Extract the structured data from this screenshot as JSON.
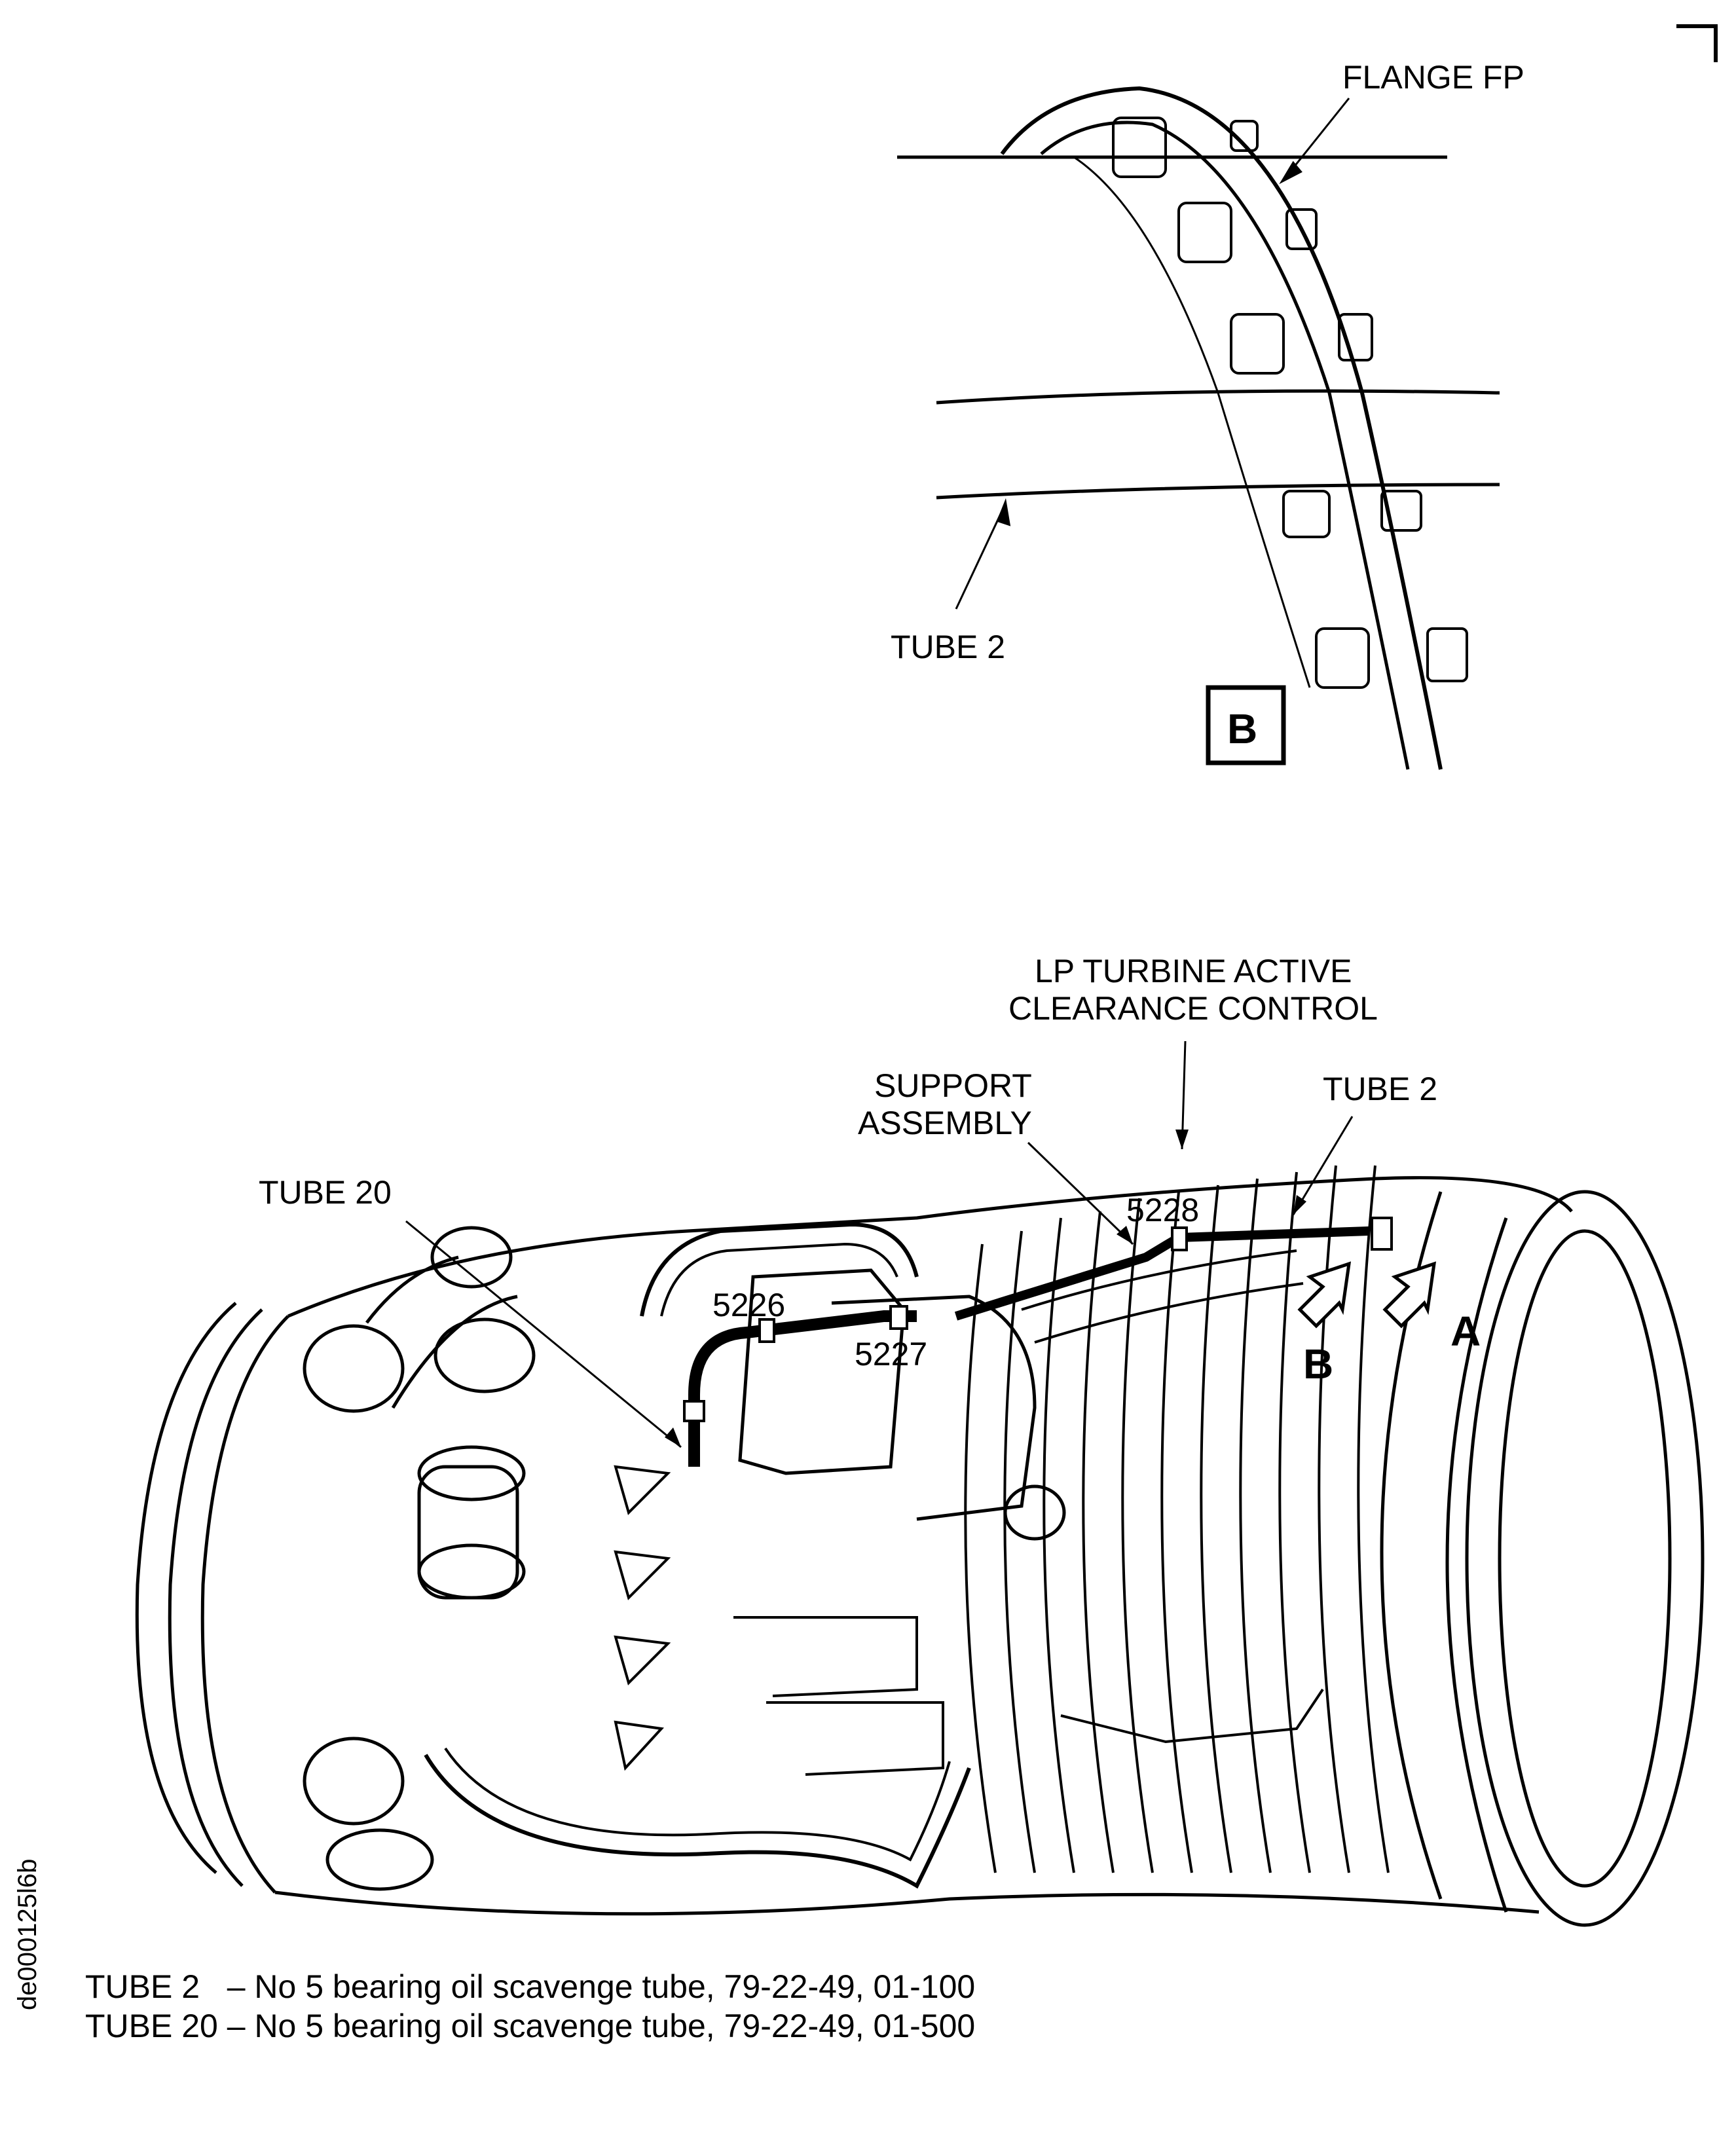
{
  "detail_b": {
    "flange_label": "FLANGE FP",
    "tube_label": "TUBE 2",
    "view_letter": "B"
  },
  "main_view": {
    "lp_turbine_label_line1": "LP TURBINE ACTIVE",
    "lp_turbine_label_line2": "CLEARANCE CONTROL",
    "support_label_line1": "SUPPORT",
    "support_label_line2": "ASSEMBLY",
    "tube2_label": "TUBE 2",
    "tube20_label": "TUBE 20",
    "ref_5226": "5226",
    "ref_5227": "5227",
    "ref_5228": "5228",
    "arrow_a": "A",
    "arrow_b": "B"
  },
  "legend": {
    "line1": "TUBE 2   – No 5 bearing oil scavenge tube, 79-22-49, 01-100",
    "line2": "TUBE 20 – No 5 bearing oil scavenge tube, 79-22-49, 01-500"
  },
  "document_id": "de000125l6b"
}
